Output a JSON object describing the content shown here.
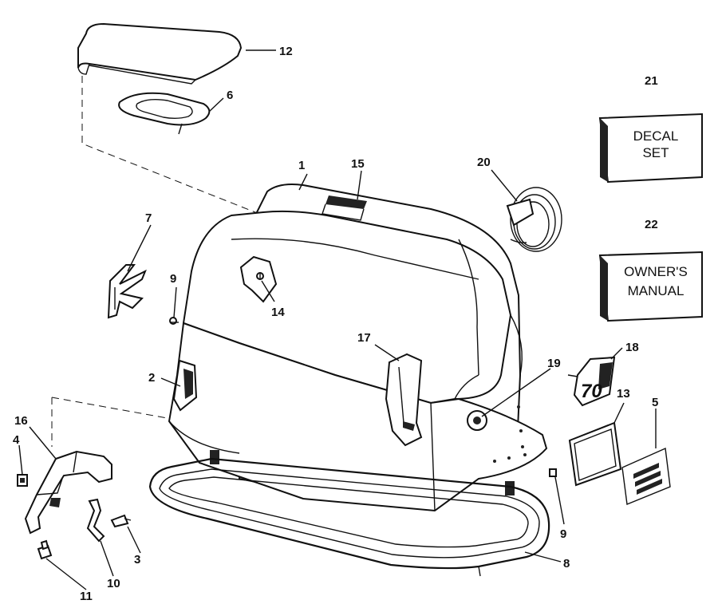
{
  "callouts": {
    "c1": "1",
    "c2": "2",
    "c3": "3",
    "c4": "4",
    "c5": "5",
    "c6": "6",
    "c7": "7",
    "c8": "8",
    "c9a": "9",
    "c9b": "9",
    "c10": "10",
    "c11": "11",
    "c12": "12",
    "c13": "13",
    "c14": "14",
    "c15": "15",
    "c16": "16",
    "c17": "17",
    "c18": "18",
    "c19": "19",
    "c20": "20",
    "c21": "21",
    "c22": "22"
  },
  "boxes": {
    "decal_line1": "DECAL",
    "decal_line2": "SET",
    "manual_line1": "OWNER'S",
    "manual_line2": "MANUAL"
  },
  "badge_text": "70"
}
